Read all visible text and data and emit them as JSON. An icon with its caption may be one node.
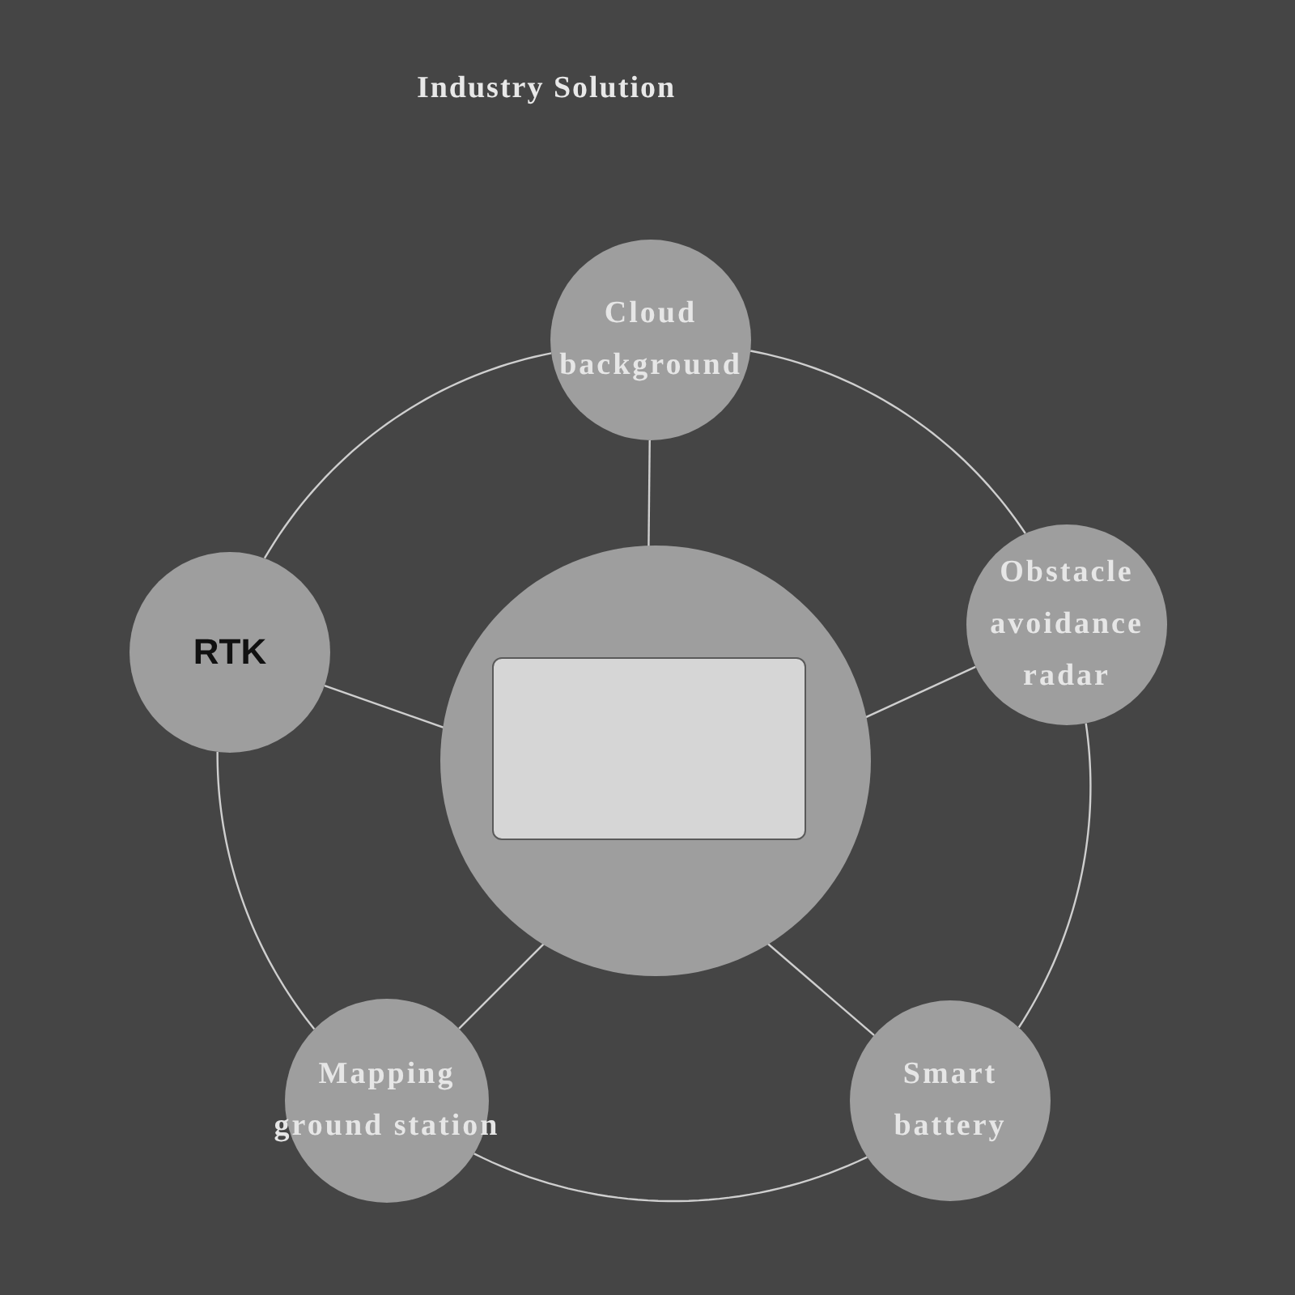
{
  "diagram": {
    "title": "Industry Solution",
    "nodes": [
      {
        "text": [],
        "shape": "circle"
      },
      {
        "text": [],
        "shape": "box",
        "in": 0
      },
      {
        "text": [
          "Cloud background"
        ]
      },
      {
        "text": [
          "RTK"
        ]
      },
      {
        "text": [
          "Obstacle avoidance radar"
        ]
      },
      {
        "text": [
          "Mapping ground station"
        ]
      },
      {
        "text": [
          "Smart battery"
        ]
      }
    ],
    "edges": [
      {
        "from": 1,
        "to": 2,
        "arrow": "none"
      },
      {
        "from": 1,
        "to": 3,
        "arrow": "none"
      },
      {
        "from": 1,
        "to": 4,
        "arrow": "none"
      },
      {
        "from": 1,
        "to": 5,
        "arrow": "none"
      },
      {
        "from": 1,
        "to": 6,
        "arrow": "none"
      },
      {
        "from": 2,
        "to": 4,
        "arrow": "none"
      },
      {
        "from": 4,
        "to": 6,
        "arrow": "none"
      },
      {
        "from": 6,
        "to": 5,
        "arrow": "none"
      },
      {
        "from": 5,
        "to": 3,
        "arrow": "none"
      },
      {
        "from": 3,
        "to": 2,
        "arrow": "none"
      }
    ]
  }
}
